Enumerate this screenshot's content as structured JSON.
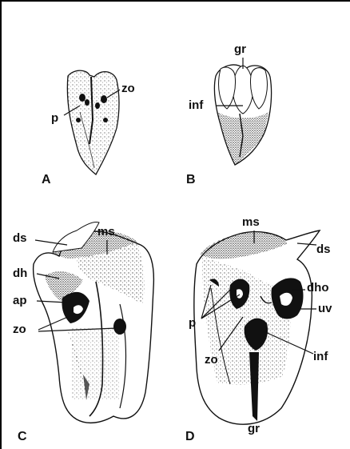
{
  "figure": {
    "panels": [
      {
        "id": "A",
        "letter": "A",
        "labels": {
          "zo": "zo",
          "p": "p"
        }
      },
      {
        "id": "B",
        "letter": "B",
        "labels": {
          "gr": "gr",
          "inf": "inf"
        }
      },
      {
        "id": "C",
        "letter": "C",
        "labels": {
          "ms": "ms",
          "ds": "ds",
          "dh": "dh",
          "ap": "ap",
          "zo": "zo"
        }
      },
      {
        "id": "D",
        "letter": "D",
        "labels": {
          "ms": "ms",
          "ds": "ds",
          "dho": "dho",
          "uv": "uv",
          "p": "p",
          "zo": "zo",
          "inf": "inf",
          "gr": "gr"
        }
      }
    ]
  }
}
